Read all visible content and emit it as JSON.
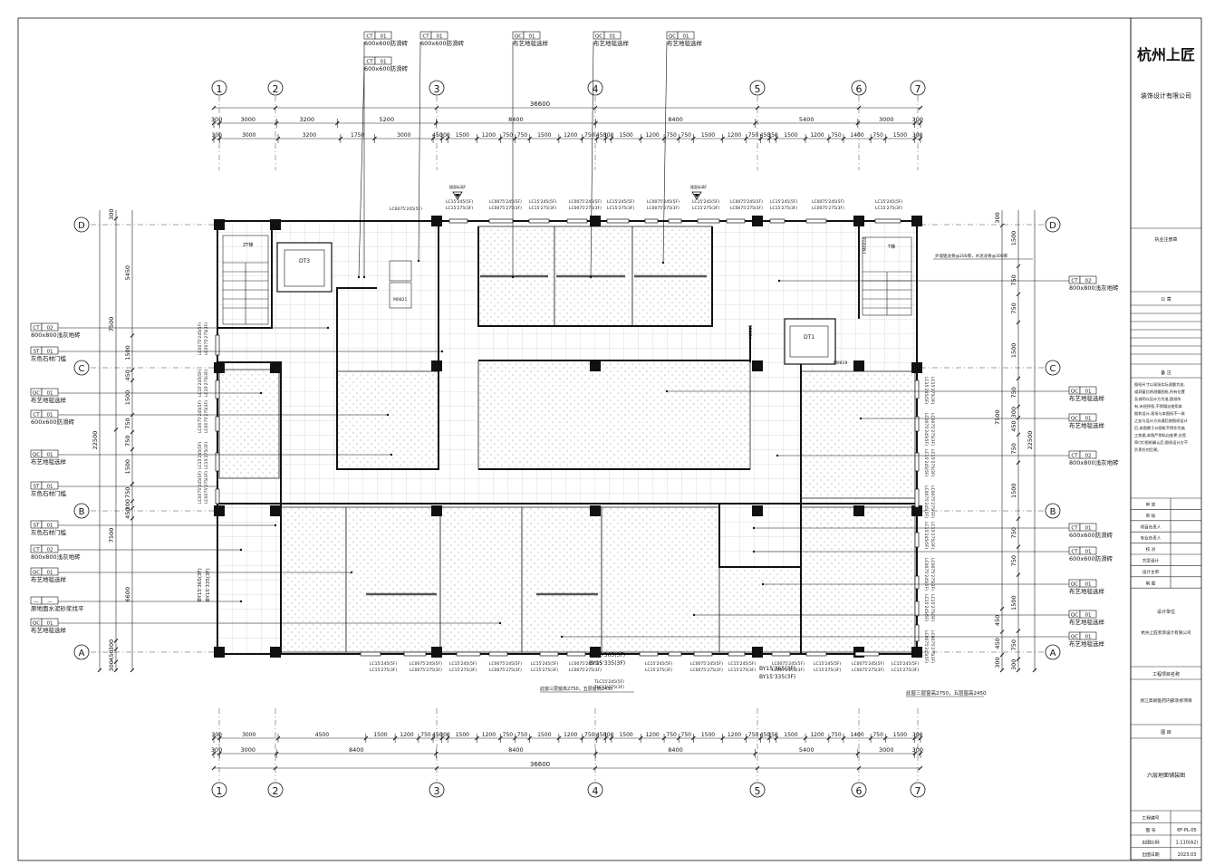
{
  "company": {
    "name_large": "杭州上匠",
    "name_sub": "装饰设计有限公司",
    "full_name": "杭州上匠装饰设计有限公司"
  },
  "title_block": {
    "seal_label": "执业注册章",
    "company_seal": "公 章",
    "notes_label": "备 注",
    "notes_text": [
      "图纸尺寸以现场实际测量为准,",
      "道洞窗比例测量图纸,所有位置",
      "及说明以设计方为准,图纸所",
      "有,未经授权,不得擅自使用本",
      "图和设计,现场与本图纸不一致",
      "之处与设计方沟通后按图纸设计",
      "后,本图需于计图纸不得作为施",
      "工依据,本图严禁私自变更,应签",
      "章(字)图纸确认后,图纸设计方不",
      "负责任何后果。"
    ],
    "roles": [
      "审 定",
      "审 核",
      "项目负责人",
      "专业负责人",
      "校 对",
      "方案设计",
      "设计主审",
      "制 图"
    ],
    "design_unit_label": "设计单位",
    "project_name_label": "工程项目名称",
    "project_name": "浙江高新医药内部装修项目",
    "drawing_title_label": "图 目",
    "drawing_title": "六层地面铺装图",
    "rows": [
      {
        "label": "工程编号",
        "value": ""
      },
      {
        "label": "图 号",
        "value": "6F-PL-05"
      },
      {
        "label": "出图比例",
        "value": "1:110(A2)"
      },
      {
        "label": "出图日期",
        "value": "2023.03"
      }
    ]
  },
  "grid": {
    "columns": [
      "1",
      "2",
      "3",
      "4",
      "5",
      "6",
      "7"
    ],
    "rows": [
      "D",
      "C",
      "B",
      "A"
    ]
  },
  "dimensions": {
    "top_total": "36600",
    "top_row1": [
      "300",
      "3000",
      "3200",
      "5200",
      "8400",
      "8400",
      "5400",
      "3000",
      "300"
    ],
    "top_row2": [
      "300",
      "3000",
      "3200",
      "1750",
      "3000",
      "450",
      "300",
      "1500",
      "1200",
      "750",
      "750",
      "1500",
      "1200",
      "750",
      "450",
      "300",
      "1500",
      "1200",
      "750",
      "750",
      "1500",
      "1200",
      "750",
      "450",
      "350",
      "1500",
      "1200",
      "750",
      "1400",
      "750",
      "1500",
      "300"
    ],
    "bottom_row1": [
      "300",
      "3000",
      "4500",
      "1500",
      "1200",
      "750",
      "450",
      "300",
      "1500",
      "1200",
      "750",
      "750",
      "1500",
      "1200",
      "750",
      "450",
      "300",
      "1500",
      "1200",
      "750",
      "750",
      "1500",
      "1200",
      "750",
      "450",
      "350",
      "1500",
      "1200",
      "750",
      "1400",
      "750",
      "1500",
      "300"
    ],
    "bottom_row2": [
      "300",
      "3000",
      "8400",
      "8400",
      "8400",
      "5400",
      "3000",
      "300"
    ],
    "bottom_total": "36600",
    "left_vertical": [
      "300",
      "7500",
      "5450",
      "1500",
      "450",
      "1500",
      "750",
      "750",
      "1500",
      "750",
      "300",
      "450",
      "6600",
      "7500",
      "300",
      "450",
      "300",
      "22500"
    ],
    "right_vertical": [
      "300",
      "7500",
      "450",
      "1500",
      "750",
      "750",
      "1500",
      "750",
      "300",
      "450",
      "750",
      "1500",
      "750",
      "750",
      "1500",
      "750",
      "300",
      "450",
      "300",
      "22500"
    ]
  },
  "top_tags": [
    {
      "code": "CT",
      "num": "01",
      "desc": "600x600防滑砖"
    },
    {
      "code": "CT",
      "num": "01",
      "desc": "600x600防滑砖"
    },
    {
      "code": "CT",
      "num": "01",
      "desc": "600x600防滑砖"
    },
    {
      "code": "QC",
      "num": "01",
      "desc": "布艺地毯选样"
    },
    {
      "code": "QC",
      "num": "01",
      "desc": "布艺地毯选样"
    },
    {
      "code": "QC",
      "num": "01",
      "desc": "布艺地毯选样"
    }
  ],
  "left_tags": [
    {
      "code": "CT",
      "num": "02",
      "desc": "800x800浅灰地砖"
    },
    {
      "code": "ST",
      "num": "01",
      "desc": "灰色石材门槛"
    },
    {
      "code": "QC",
      "num": "01",
      "desc": "布艺地毯选样"
    },
    {
      "code": "CT",
      "num": "01",
      "desc": "600x600防滑砖"
    },
    {
      "code": "QC",
      "num": "01",
      "desc": "布艺地毯选样"
    },
    {
      "code": "ST",
      "num": "01",
      "desc": "灰色石材门槛"
    },
    {
      "code": "ST",
      "num": "01",
      "desc": "灰色石材门槛"
    },
    {
      "code": "CT",
      "num": "02",
      "desc": "800x800浅灰地砖"
    },
    {
      "code": "QC",
      "num": "01",
      "desc": "布艺地毯选样"
    },
    {
      "code": "—",
      "num": "—",
      "desc": "原地面水泥砂浆找平"
    },
    {
      "code": "QC",
      "num": "01",
      "desc": "布艺地毯选样"
    }
  ],
  "right_tags": [
    {
      "code": "CT",
      "num": "02",
      "desc": "800x800浅灰地砖"
    },
    {
      "code": "QC",
      "num": "01",
      "desc": "布艺地毯选样"
    },
    {
      "code": "QC",
      "num": "01",
      "desc": "布艺地毯选样"
    },
    {
      "code": "CT",
      "num": "02",
      "desc": "800x800浅灰地砖"
    },
    {
      "code": "CT",
      "num": "01",
      "desc": "600x600防滑砖"
    },
    {
      "code": "CT",
      "num": "01",
      "desc": "600x600防滑砖"
    },
    {
      "code": "QC",
      "num": "01",
      "desc": "布艺地毯选样"
    },
    {
      "code": "QC",
      "num": "01",
      "desc": "布艺地毯选样"
    },
    {
      "code": "QC",
      "num": "01",
      "desc": "布艺地毯选样"
    }
  ],
  "plan_labels": {
    "elevator_dt3": "DT3",
    "elevator_dt1": "DT1",
    "stair_left": "ZT梯",
    "stair_right": "T梯",
    "fm_right": "FM0824",
    "m1": "M0821",
    "m2": "M0819",
    "m3": "M0818",
    "m4": "M0819",
    "window_code_a": "LC15'245(5F)",
    "window_code_b": "LC15'275(3F)",
    "window_code_c": "LC0075'245(5F)",
    "window_code_d": "LC0075'275(3F)",
    "by_code_a": "BY15'365(3F)",
    "by_code_b": "BY15'335(3F)",
    "tlc_code_a": "TLC15'245(5F)",
    "tlc_code_b": "TLC15'275(3F)",
    "sill_note": "此窗三层窗高2750，五层窗高2450",
    "right_note": "外墙铝龙骨@200厚，水泥龙骨@300厚",
    "elev_mark": "楼面标高F"
  }
}
